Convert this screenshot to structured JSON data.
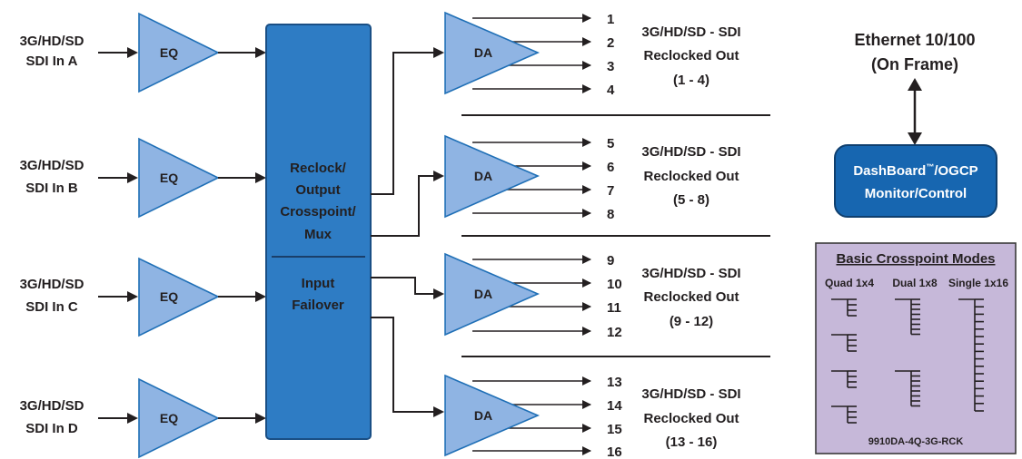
{
  "inputs": [
    {
      "line1": "3G/HD/SD",
      "line2": "SDI In A"
    },
    {
      "line1": "3G/HD/SD",
      "line2": "SDI In B"
    },
    {
      "line1": "3G/HD/SD",
      "line2": "SDI In C"
    },
    {
      "line1": "3G/HD/SD",
      "line2": "SDI In D"
    }
  ],
  "eq_label": "EQ",
  "da_label": "DA",
  "central": {
    "upper": [
      "Reclock/",
      "Output",
      "Crosspoint/",
      "Mux"
    ],
    "lower": [
      "Input",
      "Failover"
    ]
  },
  "outputs": [
    {
      "numbers": [
        "1",
        "2",
        "3",
        "4"
      ],
      "line1": "3G/HD/SD - SDI",
      "line2": "Reclocked Out",
      "line3": "(1 - 4)"
    },
    {
      "numbers": [
        "5",
        "6",
        "7",
        "8"
      ],
      "line1": "3G/HD/SD - SDI",
      "line2": "Reclocked Out",
      "line3": "(5 - 8)"
    },
    {
      "numbers": [
        "9",
        "10",
        "11",
        "12"
      ],
      "line1": "3G/HD/SD - SDI",
      "line2": "Reclocked Out",
      "line3": "(9 - 12)"
    },
    {
      "numbers": [
        "13",
        "14",
        "15",
        "16"
      ],
      "line1": "3G/HD/SD - SDI",
      "line2": "Reclocked Out",
      "line3": "(13 - 16)"
    }
  ],
  "ethernet": {
    "line1": "Ethernet 10/100",
    "line2": "(On Frame)"
  },
  "control": {
    "name": "DashBoard",
    "tm": "™",
    "suffix": "/OGCP",
    "line2": "Monitor/Control"
  },
  "modes": {
    "title": "Basic Crosspoint Modes",
    "columns": [
      "Quad 1x4",
      "Dual 1x8",
      "Single 1x16"
    ],
    "model": "9910DA-4Q-3G-RCK"
  },
  "colors": {
    "amp_fill": "#8fb4e3",
    "box_fill": "#2e7cc4",
    "control_fill": "#1766b0",
    "modes_fill": "#c6b8d9"
  }
}
